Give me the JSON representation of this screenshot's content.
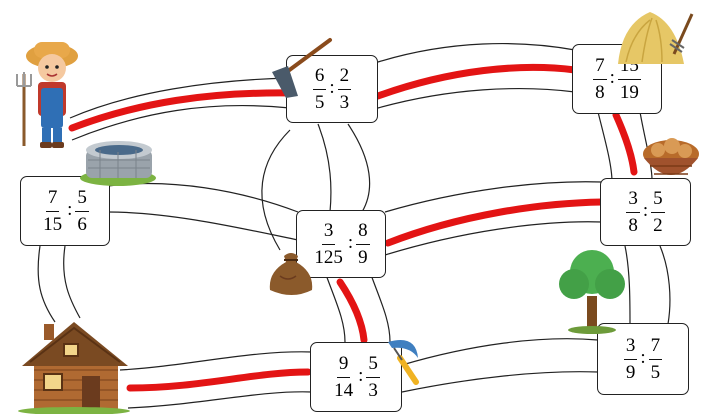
{
  "colors": {
    "route": "#e31414",
    "road": "#222222",
    "box_border": "#222222"
  },
  "boxes": {
    "b1": {
      "a_num": "6",
      "a_den": "5",
      "op": ":",
      "b_num": "2",
      "b_den": "3"
    },
    "b2": {
      "a_num": "7",
      "a_den": "8",
      "op": ":",
      "b_num": "15",
      "b_den": "19"
    },
    "b3": {
      "a_num": "7",
      "a_den": "15",
      "op": ":",
      "b_num": "5",
      "b_den": "6"
    },
    "b4": {
      "a_num": "3",
      "a_den": "125",
      "op": ":",
      "b_num": "8",
      "b_den": "9"
    },
    "b5": {
      "a_num": "3",
      "a_den": "8",
      "op": ":",
      "b_num": "5",
      "b_den": "2"
    },
    "b6": {
      "a_num": "9",
      "a_den": "14",
      "op": ":",
      "b_num": "5",
      "b_den": "3"
    },
    "b7": {
      "a_num": "3",
      "a_den": "9",
      "op": ":",
      "b_num": "7",
      "b_den": "5"
    }
  },
  "icons": [
    "farmer-icon",
    "hoe-icon",
    "haystack-icon",
    "well-icon",
    "potato-basket-icon",
    "sack-icon",
    "tree-icon",
    "house-icon",
    "sickle-icon"
  ]
}
